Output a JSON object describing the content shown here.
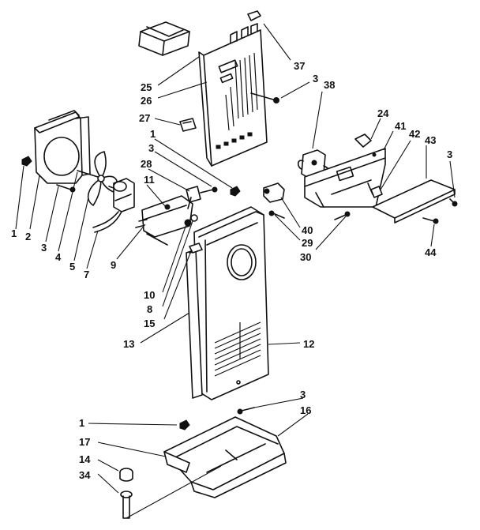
{
  "labels": [
    {
      "id": "l37",
      "text": "37"
    },
    {
      "id": "l3a",
      "text": "3"
    },
    {
      "id": "l38",
      "text": "38"
    },
    {
      "id": "l25",
      "text": "25"
    },
    {
      "id": "l26",
      "text": "26"
    },
    {
      "id": "l27",
      "text": "27"
    },
    {
      "id": "l24",
      "text": "24"
    },
    {
      "id": "l41",
      "text": "41"
    },
    {
      "id": "l42",
      "text": "42"
    },
    {
      "id": "l43",
      "text": "43"
    },
    {
      "id": "l3b",
      "text": "3"
    },
    {
      "id": "l1a",
      "text": "1"
    },
    {
      "id": "l3c",
      "text": "3"
    },
    {
      "id": "l28",
      "text": "28"
    },
    {
      "id": "l11",
      "text": "11"
    },
    {
      "id": "l1b",
      "text": "1"
    },
    {
      "id": "l2",
      "text": "2"
    },
    {
      "id": "l3d",
      "text": "3"
    },
    {
      "id": "l4",
      "text": "4"
    },
    {
      "id": "l5",
      "text": "5"
    },
    {
      "id": "l7",
      "text": "7"
    },
    {
      "id": "l9",
      "text": "9"
    },
    {
      "id": "l40",
      "text": "40"
    },
    {
      "id": "l29",
      "text": "29"
    },
    {
      "id": "l30",
      "text": "30"
    },
    {
      "id": "l44",
      "text": "44"
    },
    {
      "id": "l10",
      "text": "10"
    },
    {
      "id": "l8",
      "text": "8"
    },
    {
      "id": "l15",
      "text": "15"
    },
    {
      "id": "l13",
      "text": "13"
    },
    {
      "id": "l12",
      "text": "12"
    },
    {
      "id": "l3e",
      "text": "3"
    },
    {
      "id": "l16",
      "text": "16"
    },
    {
      "id": "l1c",
      "text": "1"
    },
    {
      "id": "l17",
      "text": "17"
    },
    {
      "id": "l14",
      "text": "14"
    },
    {
      "id": "l34",
      "text": "34"
    }
  ]
}
